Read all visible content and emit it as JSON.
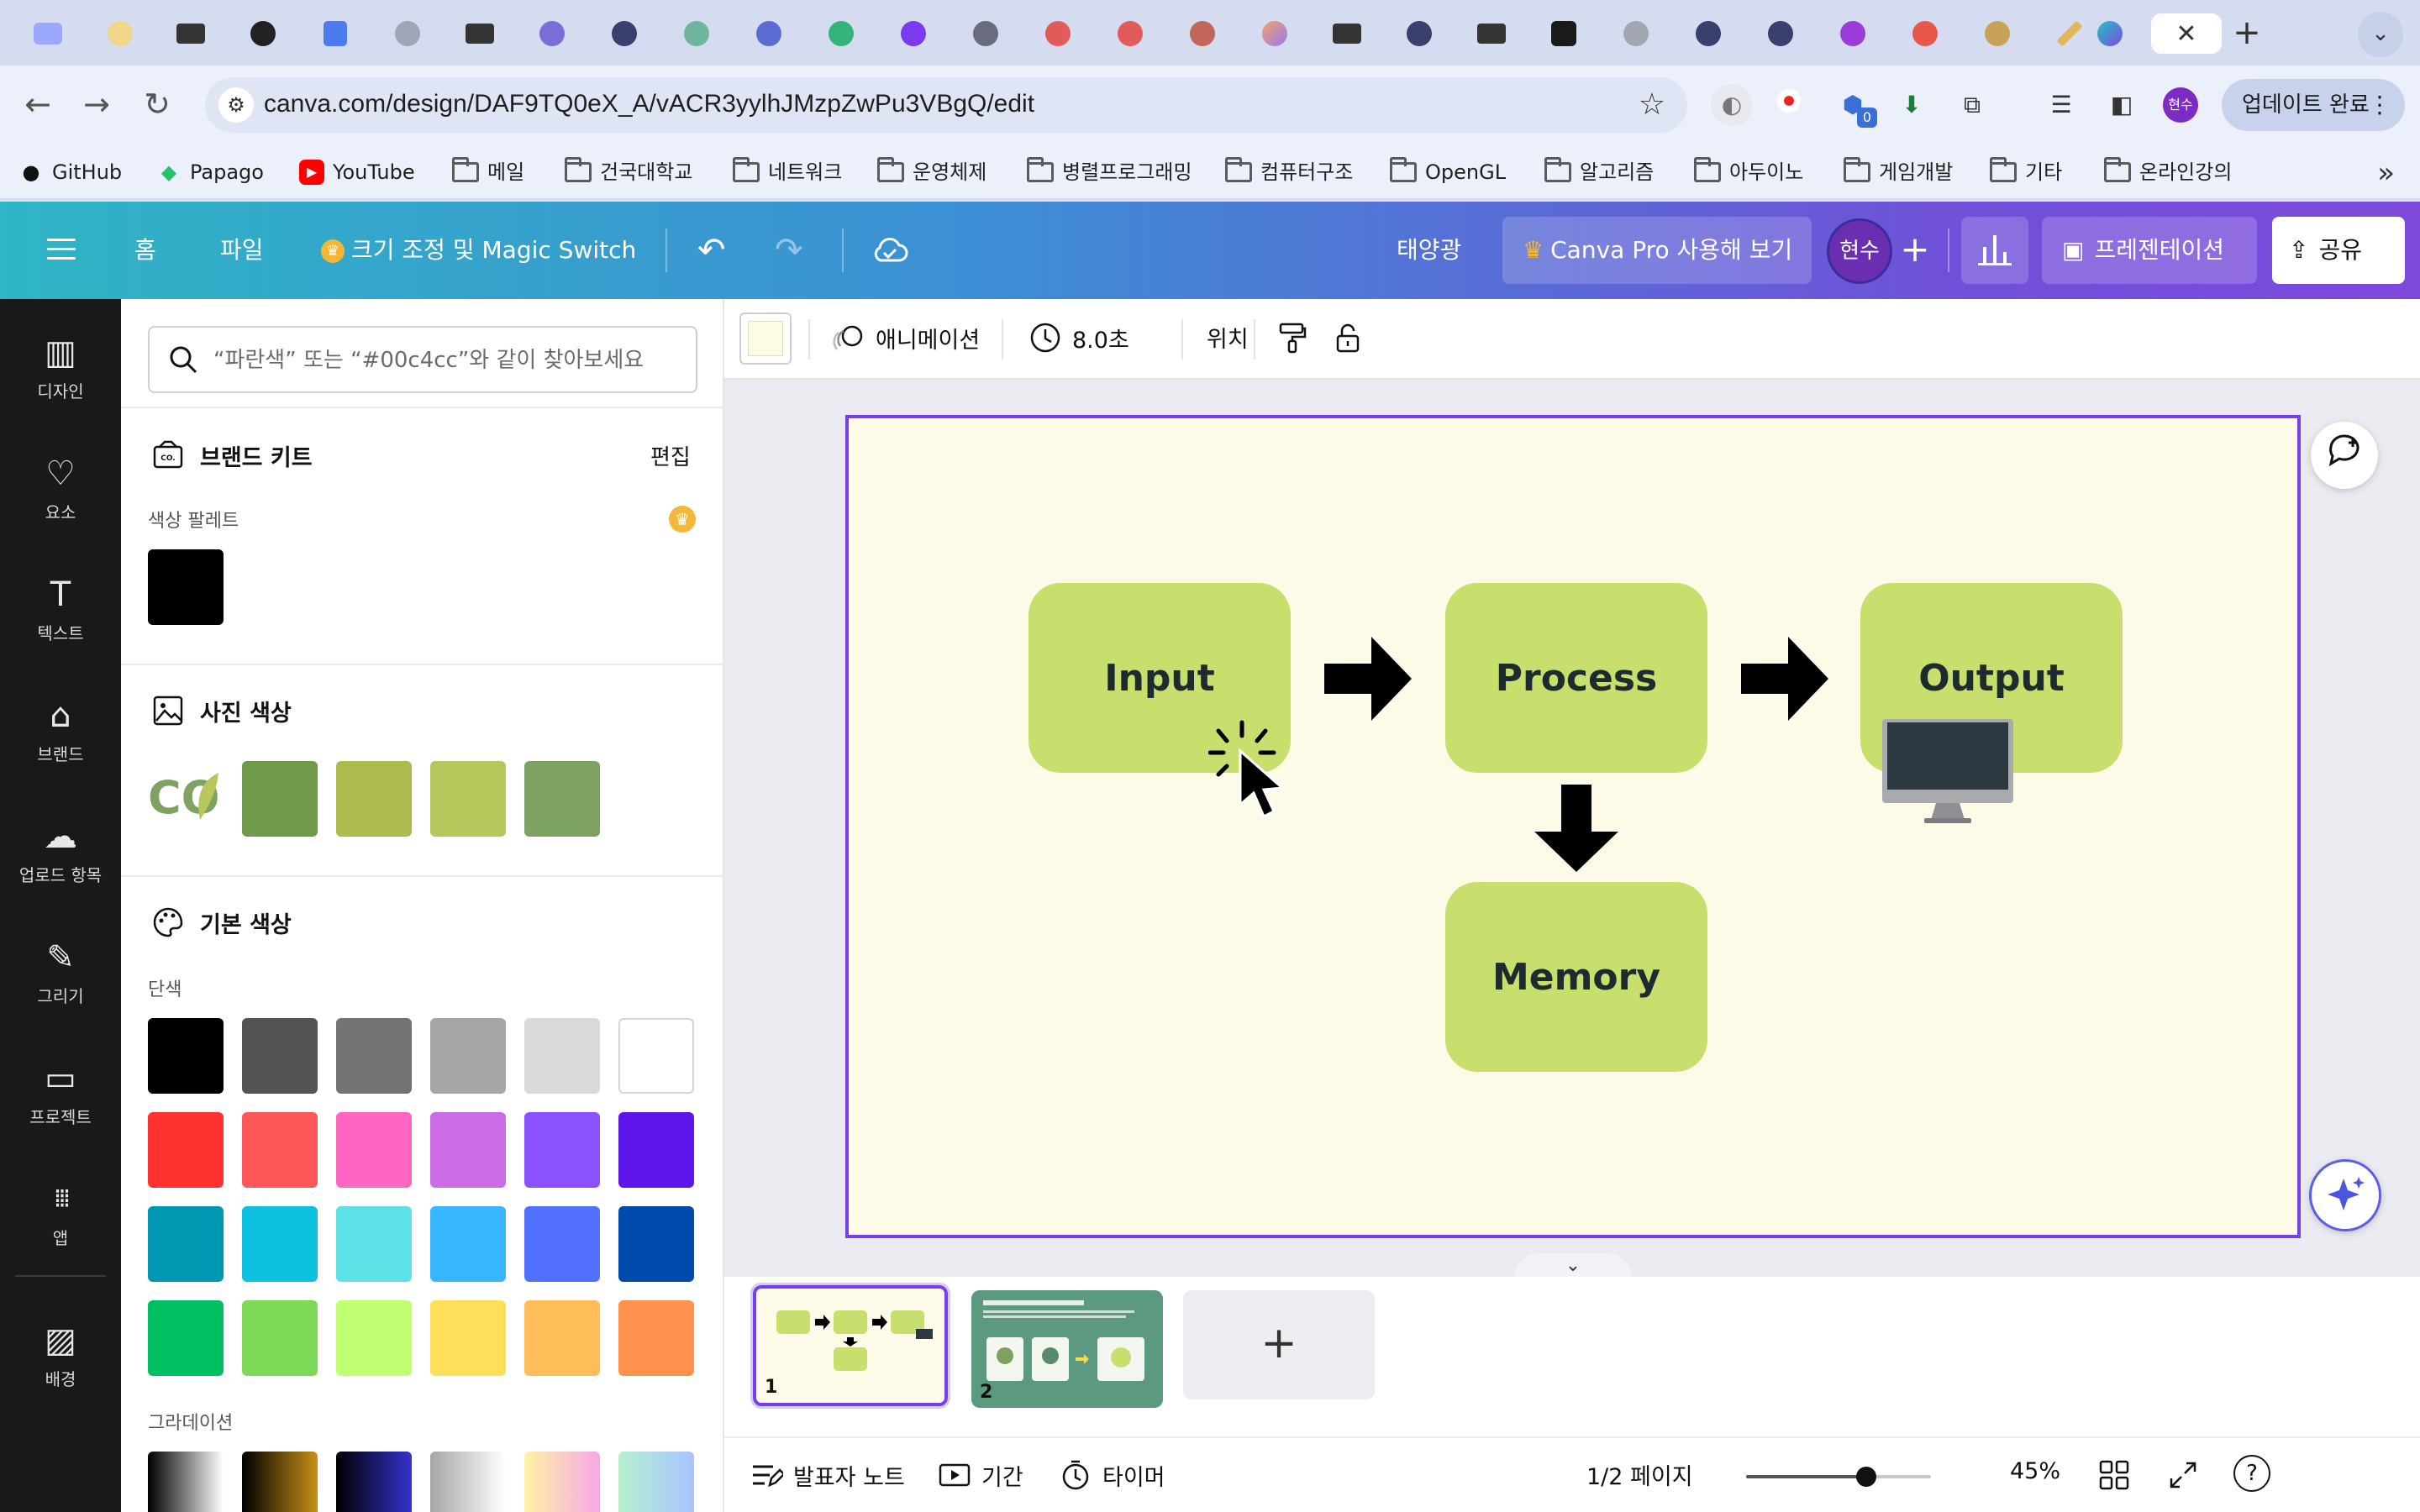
{
  "browser": {
    "url": "canva.com/design/DAF9TQ0eX_A/vACR3yylhJMzpZwPu3VBgQ/edit",
    "update_label": "업데이트 완료",
    "ext_badge": "0",
    "profile": "현수",
    "tab_close": "✕",
    "new_tab": "+",
    "bookmarks": [
      {
        "label": "GitHub",
        "kind": "github"
      },
      {
        "label": "Papago",
        "kind": "papago"
      },
      {
        "label": "YouTube",
        "kind": "youtube"
      },
      {
        "label": "메일",
        "kind": "folder"
      },
      {
        "label": "건국대학교",
        "kind": "folder"
      },
      {
        "label": "네트워크",
        "kind": "folder"
      },
      {
        "label": "운영체제",
        "kind": "folder"
      },
      {
        "label": "병렬프로그래밍",
        "kind": "folder"
      },
      {
        "label": "컴퓨터구조",
        "kind": "folder"
      },
      {
        "label": "OpenGL",
        "kind": "folder"
      },
      {
        "label": "알고리즘",
        "kind": "folder"
      },
      {
        "label": "아두이노",
        "kind": "folder"
      },
      {
        "label": "게임개발",
        "kind": "folder"
      },
      {
        "label": "기타",
        "kind": "folder"
      },
      {
        "label": "온라인강의",
        "kind": "folder"
      }
    ]
  },
  "header": {
    "home": "홈",
    "file": "파일",
    "resize": "크기 조정 및 Magic Switch",
    "design_title": "태양광",
    "try_pro": "Canva Pro 사용해 보기",
    "avatar": "현수",
    "present": "프레젠테이션",
    "share": "공유"
  },
  "rail": [
    {
      "label": "디자인",
      "icon": "layout-icon"
    },
    {
      "label": "요소",
      "icon": "shapes-icon"
    },
    {
      "label": "텍스트",
      "icon": "text-icon"
    },
    {
      "label": "브랜드",
      "icon": "brand-icon"
    },
    {
      "label": "업로드 항목",
      "icon": "upload-icon"
    },
    {
      "label": "그리기",
      "icon": "draw-icon"
    },
    {
      "label": "프로젝트",
      "icon": "folder-icon"
    },
    {
      "label": "앱",
      "icon": "apps-icon"
    },
    {
      "label": "배경",
      "icon": "background-icon"
    }
  ],
  "panel": {
    "search_placeholder": "“파란색” 또는 “#00c4cc”와 같이 찾아보세요",
    "brand_kit": "브랜드 키트",
    "edit": "편집",
    "palette_label": "색상 팔레트",
    "photo_colors": "사진 색상",
    "default_colors": "기본 색상",
    "solid": "단색",
    "gradient": "그라데이션",
    "brand_swatches": [
      "#000000"
    ],
    "photo_swatches": [
      "#6f994b",
      "#adbb4d",
      "#b8c75c",
      "#7ea262"
    ],
    "solid_swatches": [
      "#000000",
      "#545454",
      "#737373",
      "#a6a6a6",
      "#d9d9d9",
      "#ffffff",
      "#ff3131",
      "#ff5757",
      "#ff66c4",
      "#cb6ce6",
      "#8c52ff",
      "#5e17eb",
      "#0097b2",
      "#0cc0df",
      "#5ce1e6",
      "#38b6ff",
      "#5271ff",
      "#004aad",
      "#00bf63",
      "#7ed957",
      "#c1ff72",
      "#ffde59",
      "#ffbd59",
      "#ff914d"
    ],
    "gradient_swatches": [
      [
        "#000000",
        "#ffffff"
      ],
      [
        "#000000",
        "#c89116"
      ],
      [
        "#000000",
        "#3533cd"
      ],
      [
        "#a6a6a6",
        "#ffffff"
      ],
      [
        "#fdf2a6",
        "#f7a8e6"
      ],
      [
        "#b6f0cf",
        "#a8c4ff"
      ]
    ]
  },
  "context": {
    "animation": "애니메이션",
    "duration": "8.0초",
    "position": "위치",
    "bg_color": "#fdfbe8"
  },
  "diagram": {
    "input": "Input",
    "process": "Process",
    "output": "Output",
    "memory": "Memory",
    "box_color": "#c8df6e"
  },
  "pages": {
    "thumb1_num": "1",
    "thumb2_num": "2",
    "add": "+",
    "collapse": "⌄"
  },
  "footer": {
    "notes": "발표자 노트",
    "duration": "기간",
    "timer": "타이머",
    "page_count": "1/2 페이지",
    "zoom": "45%",
    "zoom_fraction": 0.45,
    "help": "?"
  }
}
